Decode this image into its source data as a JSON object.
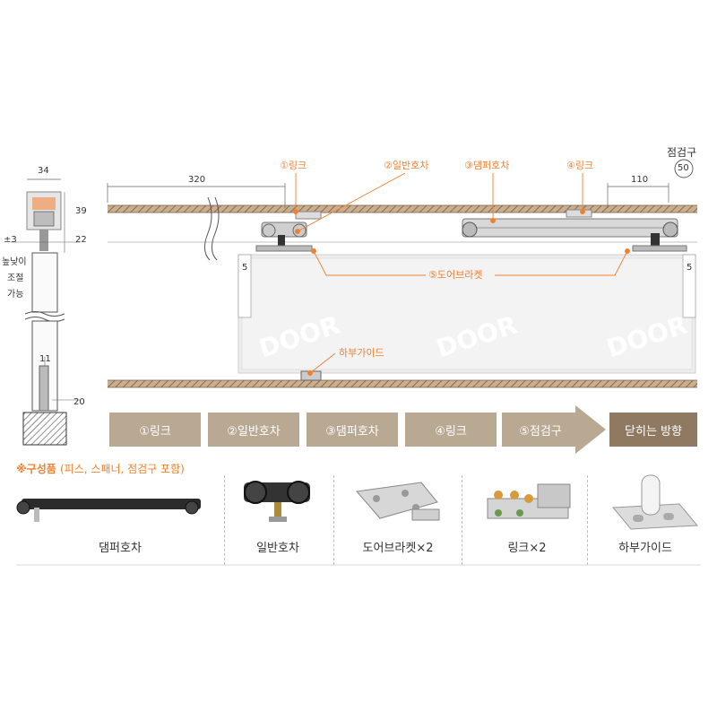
{
  "dimensions": {
    "d34": "34",
    "d39": "39",
    "d22": "22",
    "d_pm3": "±3",
    "d11": "11",
    "d20": "20",
    "d320": "320",
    "d110": "110",
    "d5a": "5",
    "d5b": "5"
  },
  "side_view": {
    "adjust_1": "높낮이",
    "adjust_2": "조절",
    "adjust_3": "가능"
  },
  "callouts": {
    "link1": "①링크",
    "carriage2": "②일반호차",
    "damper3": "③댐퍼호차",
    "link4": "④링크",
    "bracket5": "⑤도어브라켓",
    "bottom_guide": "하부가이드",
    "inspection_label": "점검구",
    "inspection_num": "50"
  },
  "door_watermarks": [
    "DOOR",
    "DOOR",
    "DOOR"
  ],
  "sequence": [
    "①링크",
    "②일반호차",
    "③댐퍼호차",
    "④링크",
    "⑤점검구",
    "닫히는 방향"
  ],
  "parts": {
    "title": "※구성품",
    "subtitle": "(피스, 스패너, 점검구 포함)",
    "items": [
      "댐퍼호차",
      "일반호차",
      "도어브라켓×2",
      "링크×2",
      "하부가이드"
    ]
  },
  "colors": {
    "rail_wood": "#b89a7a",
    "accent_orange": "#f08030",
    "sequence_step": "#b9a892",
    "sequence_final": "#8f7a61"
  }
}
